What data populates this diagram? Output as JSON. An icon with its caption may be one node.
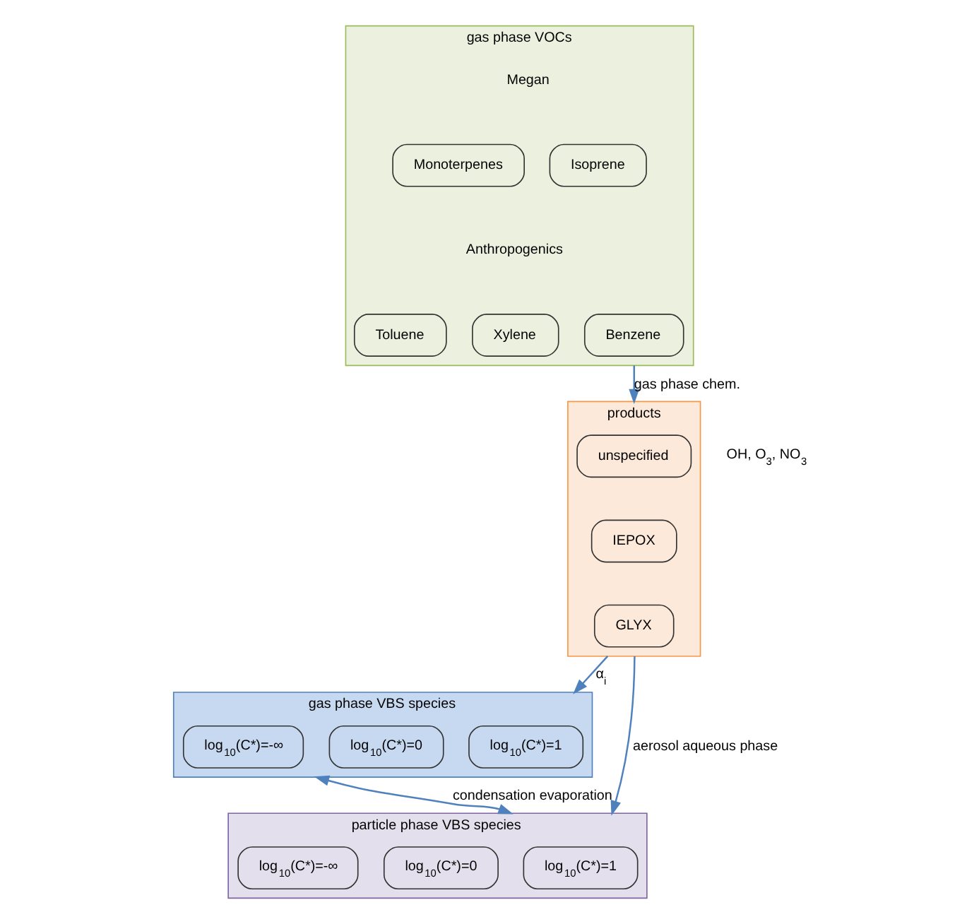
{
  "diagram": {
    "nodes": [
      {
        "text": [
          "gas phase VOCs"
        ]
      },
      {
        "text": [
          "Monoterpenes"
        ],
        "in": 0
      },
      {
        "text": [
          "Isoprene"
        ],
        "in": 0
      },
      {
        "text": [
          "Toluene"
        ],
        "in": 0
      },
      {
        "text": [
          "Xylene"
        ],
        "in": 0
      },
      {
        "text": [
          "Benzene"
        ],
        "in": 0
      },
      {
        "text": [
          "products"
        ]
      },
      {
        "text": [
          "unspecified"
        ],
        "in": 6
      },
      {
        "text": [
          "IEPOX"
        ],
        "in": 6
      },
      {
        "text": [
          "GLYX"
        ],
        "in": 6
      },
      {
        "text": [
          "gas phase VBS species"
        ]
      },
      {
        "text": [
          "log$_{10}$(C*)=1"
        ],
        "in": 10
      },
      {
        "text": [
          "log$_{10}$(C*)=0"
        ],
        "in": 10
      },
      {
        "text": [
          "log$_{10}$(C*)=-∞"
        ],
        "in": 10
      },
      {
        "text": [
          "particle phase VBS species"
        ]
      },
      {
        "text": [
          "log$_{10}$(C*)=1"
        ],
        "in": 14
      },
      {
        "text": [
          "log$_{10}$(C*)=0"
        ],
        "in": 14
      },
      {
        "text": [
          "log$_{10}$(C*)=-∞"
        ],
        "in": 14
      }
    ],
    "edges": [
      {
        "from": 0,
        "to": 6,
        "arrow": "to",
        "label": "gas phase chem."
      },
      {
        "from": 6,
        "to": 10,
        "arrow": "to",
        "label": "α$_{i}$"
      },
      {
        "from": 10,
        "to": 14,
        "arrow": "both",
        "label": "condensation evaporation"
      },
      {
        "from": 6,
        "to": 14,
        "arrow": "to",
        "label": "aerosol aqueous phase"
      }
    ],
    "labels": [
      "Megan",
      "Anthropogenics",
      "OH, O$_{3}$, NO$_{3}$"
    ]
  }
}
